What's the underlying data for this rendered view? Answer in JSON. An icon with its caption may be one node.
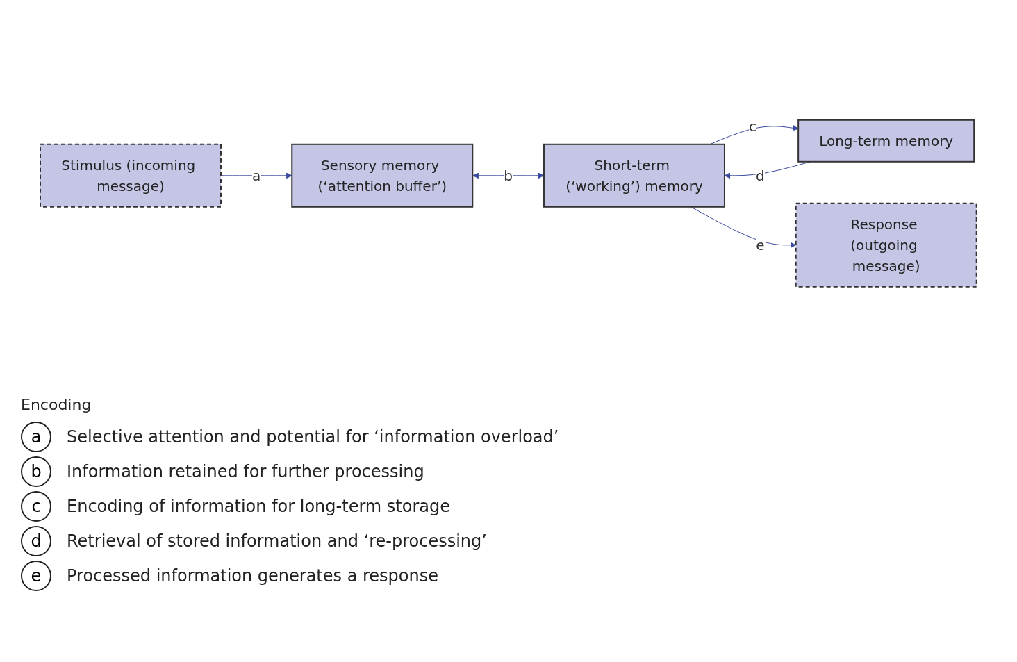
{
  "diagram": {
    "nodes": [
      {
        "text": [
          "Stimulus (incoming message)"
        ]
      },
      {
        "text": [
          "Sensory memory (‘attention buffer’)"
        ]
      },
      {
        "text": [
          "Response (outgoing message)"
        ]
      },
      {
        "text": [
          "Short-term (‘working’) memory"
        ]
      },
      {
        "text": [
          "Long-term memory"
        ]
      }
    ],
    "edges": [
      {
        "from": 0,
        "to": 1,
        "arrow": "to",
        "label": "a"
      },
      {
        "from": 1,
        "to": 3,
        "arrow": "both",
        "label": "b"
      },
      {
        "from": 3,
        "to": 4,
        "arrow": "to",
        "label": "c"
      },
      {
        "from": 4,
        "to": 3,
        "arrow": "to",
        "label": "d"
      },
      {
        "from": 3,
        "to": 2,
        "arrow": "to",
        "label": "e"
      }
    ],
    "labels": [
      "Encoding",
      "a",
      "Selective attention and potential for ‘information overload’",
      "b",
      "Information retained for further processing",
      "c",
      "Encoding of information for long-term storage",
      "d",
      "Retrieval of stored information and ‘re-processing’",
      "e",
      "Processed information generates a response"
    ]
  }
}
